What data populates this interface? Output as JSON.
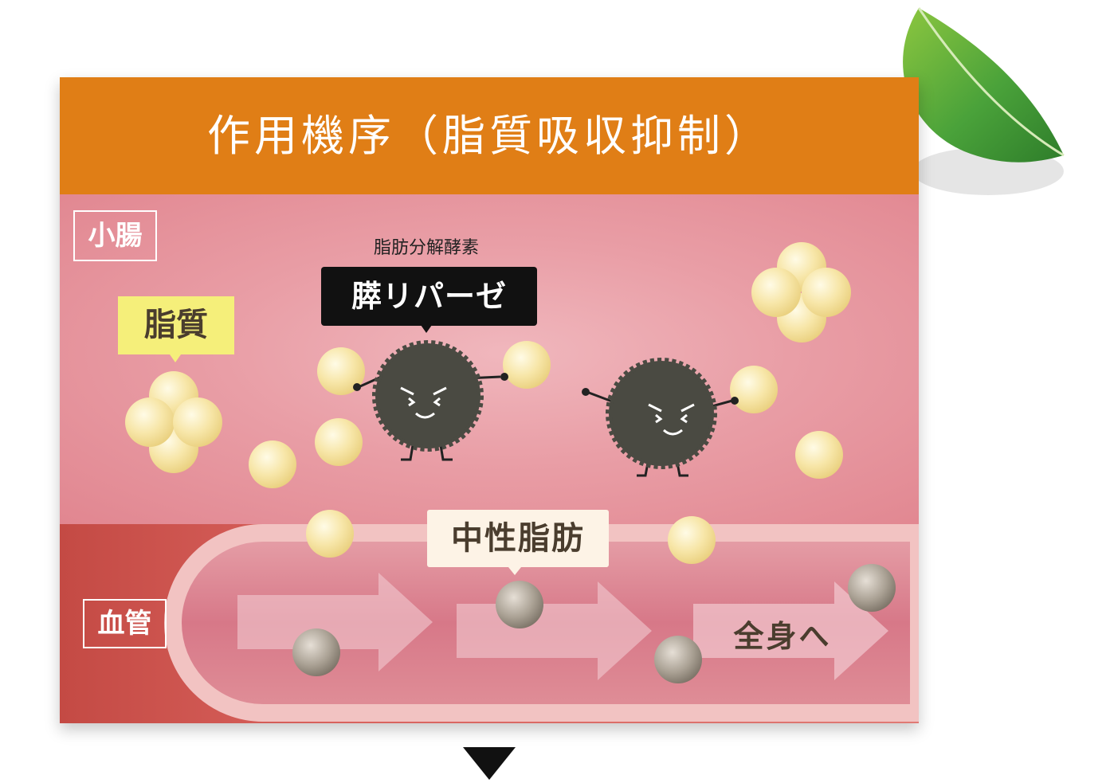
{
  "title": "作用機序（脂質吸収抑制）",
  "labels": {
    "small_intestine": "小腸",
    "blood_vessel": "血管",
    "lipid": "脂質",
    "enzyme_category": "脂肪分解酵素",
    "enzyme_name": "膵リパーゼ",
    "triglyceride": "中性脂肪",
    "to_whole_body": "全身へ"
  },
  "colors": {
    "title_bar": "#e07e16",
    "intestine": "#e99ea6",
    "vessel": "#c44a44",
    "fat_droplet": "#f5e2a0",
    "fat_tag": "#f5ef7a",
    "enzyme_body": "#4a4a42",
    "triglyceride_particle": "#a79e92"
  },
  "icons": {
    "leaf": "leaf-icon",
    "enzyme_character": "lipase-character",
    "down_arrow": "triangle-down-icon"
  }
}
